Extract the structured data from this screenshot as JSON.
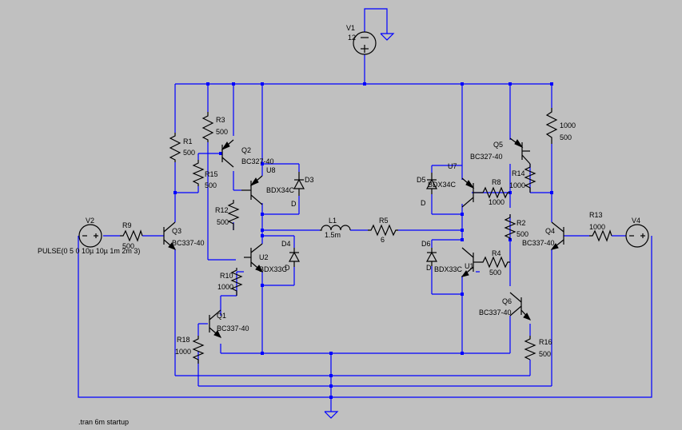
{
  "colors": {
    "background": "#c0c0c0",
    "wire": "#0000ff",
    "component": "#000000"
  },
  "sources": {
    "V1": {
      "name": "V1",
      "value": "12"
    },
    "V2": {
      "name": "V2",
      "value": "PULSE(0 5 0 10µ 10µ 1m 2m 3)"
    },
    "V4": {
      "name": "V4",
      "value": ""
    }
  },
  "resistors": {
    "R1": {
      "name": "R1",
      "value": "500"
    },
    "R2": {
      "name": "R2",
      "value": "500"
    },
    "R3": {
      "name": "R3",
      "value": "500"
    },
    "R4": {
      "name": "R4",
      "value": "500"
    },
    "R5": {
      "name": "R5",
      "value": "6"
    },
    "R8": {
      "name": "R8",
      "value": "1000"
    },
    "R9": {
      "name": "R9",
      "value": "500"
    },
    "R10": {
      "name": "R10",
      "value": "1000"
    },
    "R12": {
      "name": "R12",
      "value": "500"
    },
    "R13": {
      "name": "R13",
      "value": "1000"
    },
    "R14": {
      "name": "R14",
      "value": "1000"
    },
    "R15": {
      "name": "R15",
      "value": "500"
    },
    "R16": {
      "name": "R16",
      "value": "500"
    },
    "R18": {
      "name": "R18",
      "value": "1000"
    },
    "RTR": {
      "name": "",
      "value": "1000"
    },
    "RTR2": {
      "name": "",
      "value": "500"
    }
  },
  "inductors": {
    "L1": {
      "name": "L1",
      "value": "1.5m"
    }
  },
  "transistors": {
    "Q1": {
      "name": "Q1",
      "model": "BC337-40"
    },
    "Q2": {
      "name": "Q2",
      "model": "BC327-40"
    },
    "Q3": {
      "name": "Q3",
      "model": "BC337-40"
    },
    "Q4": {
      "name": "Q4",
      "model": "BC337-40"
    },
    "Q5": {
      "name": "Q5",
      "model": "BC327-40"
    },
    "Q6": {
      "name": "Q6",
      "model": "BC337-40"
    },
    "U1": {
      "name": "U1",
      "model": "BDX33C"
    },
    "U2": {
      "name": "U2",
      "model": "BDX33C"
    },
    "U7": {
      "name": "U7",
      "model": "BDX34C"
    },
    "U8": {
      "name": "U8",
      "model": "BDX34C"
    }
  },
  "diodes": {
    "D3": {
      "name": "D3",
      "model": "D"
    },
    "D4": {
      "name": "D4",
      "model": "D"
    },
    "D5": {
      "name": "D5",
      "model": "D"
    },
    "D6": {
      "name": "D6",
      "model": "D"
    }
  },
  "directive": ".tran 6m startup"
}
